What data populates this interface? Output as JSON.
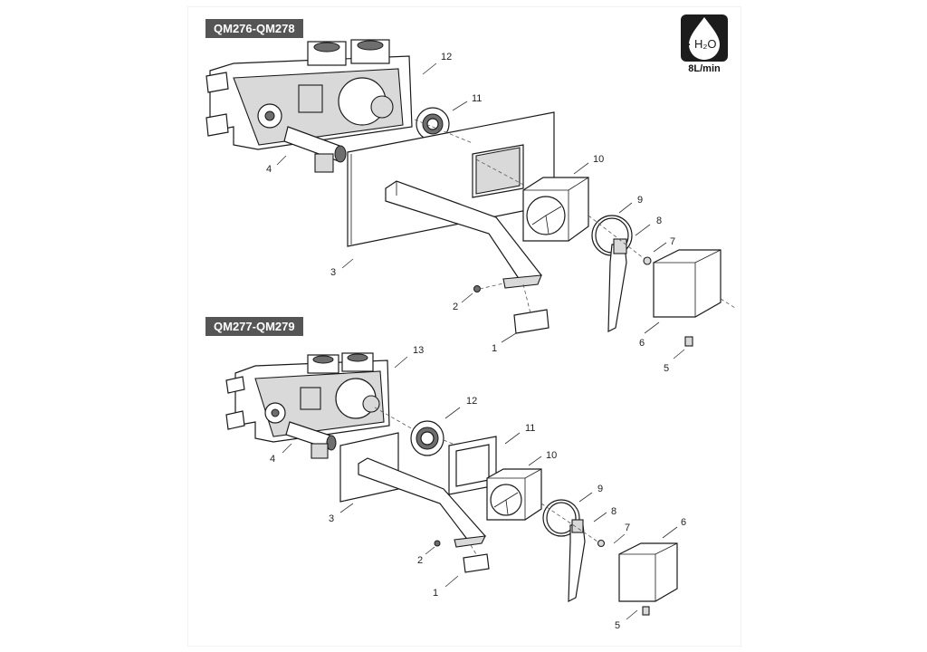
{
  "models": [
    {
      "label": "QM276-QM278",
      "callouts": [
        "12",
        "11",
        "10",
        "9",
        "8",
        "7",
        "6",
        "5",
        "4",
        "3",
        "2",
        "1"
      ]
    },
    {
      "label": "QM277-QM279",
      "callouts": [
        "13",
        "12",
        "11",
        "10",
        "9",
        "8",
        "7",
        "6",
        "5",
        "4",
        "3",
        "2",
        "1"
      ]
    }
  ],
  "water_badge": {
    "symbol": "H₂O",
    "prefix": "-",
    "flow": "8L/min",
    "icon": "water-drop-icon",
    "color": "#1c1c1c"
  }
}
